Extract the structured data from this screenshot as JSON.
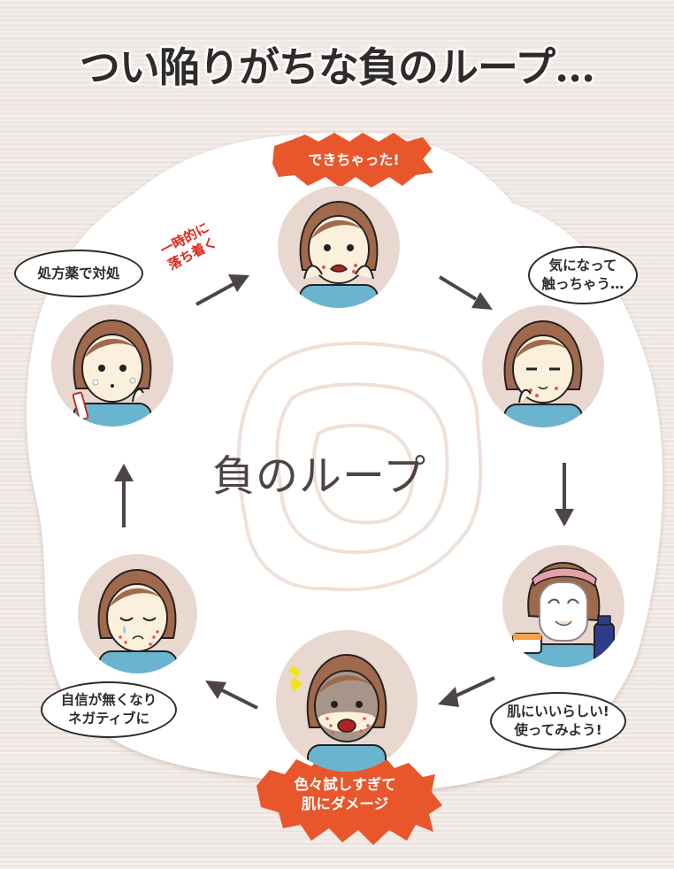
{
  "title": "つい陥りがちな負のループ…",
  "center_label": "負のループ",
  "colors": {
    "background": "#efe7e2",
    "panel": "#ffffff",
    "scene_circle": "#e9d8d0",
    "burst": "#e8562b",
    "arrow": "#4d4444",
    "swirl": "#efe0d8",
    "note_red": "#e0261b",
    "shirt": "#6ab4cf",
    "hair": "#a0694b",
    "skin": "#fbf0dc"
  },
  "steps": [
    {
      "id": "breakout",
      "label": "できちゃった!",
      "style": "burst",
      "expression": "worried",
      "icon": "hands-on-cheeks"
    },
    {
      "id": "touch",
      "label_lines": [
        "気になって",
        "触っちゃう…"
      ],
      "style": "speech-bubble",
      "expression": "uneasy",
      "icon": "hand-on-chin"
    },
    {
      "id": "try-products",
      "label_lines": [
        "肌にいいらしい!",
        "使ってみよう!"
      ],
      "style": "speech-bubble",
      "expression": "happy-face-mask",
      "icon": "skincare-products"
    },
    {
      "id": "damage",
      "label_lines": [
        "色々試しすぎて",
        "肌にダメージ"
      ],
      "style": "burst",
      "expression": "shocked",
      "icon": "shock-mark"
    },
    {
      "id": "negative",
      "label_lines": [
        "自信が無くなり",
        "ネガティブに"
      ],
      "style": "speech-bubble",
      "expression": "crying",
      "icon": "tear"
    },
    {
      "id": "medicine",
      "label": "処方薬で対処",
      "style": "speech-bubble",
      "expression": "applying-cream",
      "icon": "ointment-tube"
    }
  ],
  "transition_note": {
    "lines": [
      "一時的に",
      "落ち着く"
    ],
    "between": [
      "medicine",
      "breakout"
    ]
  },
  "arrows": [
    {
      "from": "medicine",
      "to": "breakout",
      "direction": "up-right"
    },
    {
      "from": "breakout",
      "to": "touch",
      "direction": "down-right"
    },
    {
      "from": "touch",
      "to": "try-products",
      "direction": "down"
    },
    {
      "from": "try-products",
      "to": "damage",
      "direction": "down-left"
    },
    {
      "from": "damage",
      "to": "negative",
      "direction": "up-left"
    },
    {
      "from": "negative",
      "to": "medicine",
      "direction": "up"
    }
  ]
}
